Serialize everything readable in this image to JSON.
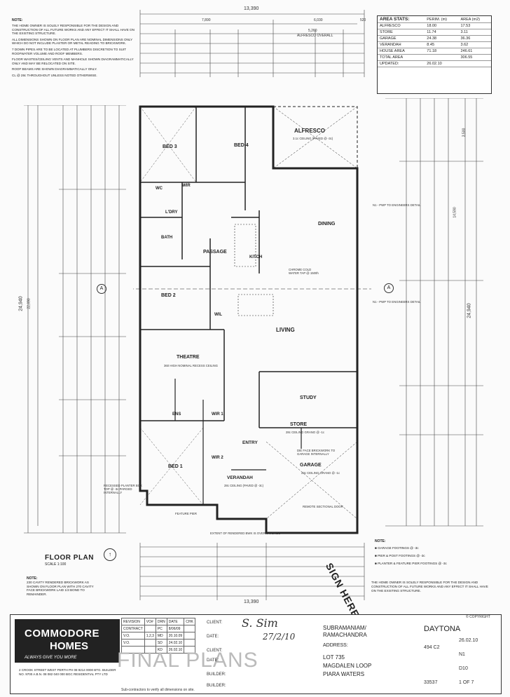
{
  "notes_top": {
    "heading": "NOTE:",
    "lines": [
      "THE HOME OWNER IS SOLELY RESPONSIBLE FOR THE DESIGN AND CONSTRUCTION OF ALL FUTURE WORKS AND ANY EFFECT IT SHALL HAVE ON THE EXISTING STRUCTURE.",
      "ALL DIMENSIONS SHOWN ON FLOOR PLAN ARE NOMINAL DIMENSIONS ONLY WHICH DO NOT INCLUDE PLASTER OR METAL READING TO BRICKWORK.",
      "7 DOWN PIPES ARE TO BE LOCATED AT PLUMBERS DISCRETION TO SUIT ROOFWATER VOLUME AND ROOF MEMBERS.",
      "FLOOR WASTES/CEILING VENTS AND MANHOLE SHOWN DIAGRAMMATICALLY ONLY AND MAY BE RELOCATED ON SITE.",
      "ROOF BEAMS ARE SHOWN DIAGRAMMATICALLY ONLY.",
      "CL @ 28c THROUGHOUT UNLESS NOTED OTHERWISE."
    ]
  },
  "area_stats": {
    "title": "AREA STATS:",
    "col_perim": "PERIM. (m)",
    "col_area": "AREA (m2)",
    "rows": [
      {
        "name": "ALFRESCO",
        "perim": "18.00",
        "area": "17.53"
      },
      {
        "name": "STORE",
        "perim": "11.74",
        "area": "3.11"
      },
      {
        "name": "GARAGE",
        "perim": "24.38",
        "area": "36.36"
      },
      {
        "name": "VERANDAH",
        "perim": "8.45",
        "area": "3.62"
      },
      {
        "name": "HOUSE AREA",
        "perim": "71.18",
        "area": "246.61"
      }
    ],
    "total_label": "TOTAL AREA",
    "total_value": "306.55",
    "updated_label": "UPDATED:",
    "updated_value": "26.02.10"
  },
  "dims": {
    "top_overall": "13,390",
    "top_second": "7,890",
    "top_third": "6,030",
    "top_520": "520",
    "alfresco_overall": "ALFRESCO OVERALL",
    "alfresco_dim": "5,260",
    "bottom_overall": "13,390",
    "left_overall": "24,940",
    "left_inner": "22,690",
    "right_overall": "24,940",
    "right_inner": "14,590",
    "right_3500": "3,500"
  },
  "rooms": {
    "bed3": "BED 3",
    "bed4": "BED 4",
    "alfresco": "ALFRESCO",
    "alfresco_ceiling": "3.1c CEILING (PAVED @ -3c)",
    "dining": "DINING",
    "passage": "PASSAGE",
    "bath": "BATH",
    "ldry": "L'DRY",
    "wc": "WC",
    "wir": "WIR",
    "kitch": "KITCH",
    "bed2": "BED 2",
    "wil": "WIL",
    "living": "LIVING",
    "theatre": "THEATRE",
    "theatre_note": "360 HIGH NOMINAL RECESS CEILING",
    "study": "STUDY",
    "ens": "ENS",
    "wir1": "WIR 1",
    "wir2": "WIR 2",
    "store": "STORE",
    "store_ceiling": "28c CEILING GRANO @ -1c",
    "entry": "ENTRY",
    "garage": "GARAGE",
    "garage_ceiling": "28c CEILING GRANO @ -1c",
    "bed1": "BED 1",
    "verandah": "VERANDAH",
    "verandah_ceiling": "28c CEILING (PAVED @ -3c)",
    "chrome_tap": "CHROME COLD WATER TAP @ 1500h",
    "remote_door": "REMOTE SECTIONAL DOOR",
    "recessed_planter": "RECESSED PLANTER BOX TOP @ -3c PARGED INTERNALLY",
    "feature_pier": "FEATURE PIER",
    "garage_note": "DIE FACE BRICKWORK TO GARAGE INTERNALLY",
    "extent_rendered": "EXTENT OF RENDERED BWK IS OVER 8 WORDS",
    "n1_pwp": "N1 - PWP TO ENGINEERS DETAIL"
  },
  "floor_plan": {
    "title": "FLOOR PLAN",
    "scale": "SCALE 1:100",
    "note_heading": "NOTE:",
    "note_text": "230 CAVITY RENDERED BRICKWORK AS SHOWN ON FLOOR PLAN WITH 270 CAVITY FACE BRICKWORK LAID 1/3 BOND TO REMAINDER."
  },
  "legend": {
    "heading": "NOTE:",
    "items": [
      "GARAGE FOOTINGS @ -3c",
      "PIER & POST FOOTINGS @ -3c",
      "PLANTER & FEATURE PIER FOOTINGS @ -3c"
    ]
  },
  "notes_bottom": "THE HOME OWNER IS SOLELY RESPONSIBLE FOR THE DESIGN AND CONSTRUCTION OF ALL FUTURE WORKS AND ANY EFFECT IT SHALL HAVE ON THE EXISTING STRUCTURE.",
  "sign_here": "SIGN HERE",
  "final_plans": "FINAL PLANS",
  "company": {
    "name_line1": "COMMODORE",
    "name_line2": "HOMES",
    "tagline": "ALWAYS GIVE YOU MORE",
    "address": "2 CROOK STREET WEST PERTH  PH 08 9214 0000  BTG. BUILDER NO. 9700  A.B.N. 08 082 040 000  BGC RESIDENTIAL PTY LTD"
  },
  "title_block": {
    "revision_hdr": "REVISION",
    "contract_lbl": "CONTRACT",
    "vo_lbl": "V.O.",
    "vo_nums": "1,2,3",
    "drn_hdr": "DRN",
    "date_hdr": "DATE",
    "chk_hdr": "CHK",
    "vo_hdr": "VO#",
    "pc": "PC",
    "pc_date": "8/06/09",
    "md": "MD",
    "md_date": "20.10.09",
    "sd": "SD",
    "sd_date": "24.02.10",
    "kd": "KD",
    "kd_date": "26.02.10",
    "client_lbl": "CLIENT:",
    "date_lbl": "DATE:",
    "client_lbl2": "CLIENT:",
    "date_lbl2": "DATE:",
    "builder_lbl": "BUILDER:",
    "builder_lbl2": "BUILDER:",
    "client_name": "SUBRAMANIAM/ RAMACHANDRA",
    "address_lbl": "ADDRESS:",
    "address_l1": "LOT 735",
    "address_l2": "MAGDALEN LOOP",
    "address_l3": "PIARA WATERS",
    "signature_text": "S. Sim",
    "signature_date": "27/2/10",
    "design": "DAYTONA",
    "model": "494 C2",
    "model_date": "26.02.10",
    "wind": "N1",
    "drawing": "D10",
    "job": "33537",
    "sheet": "1 OF 7",
    "copyright": "© COPYRIGHT",
    "footer_note": "Sub-contractors to verify all dimensions on site."
  }
}
